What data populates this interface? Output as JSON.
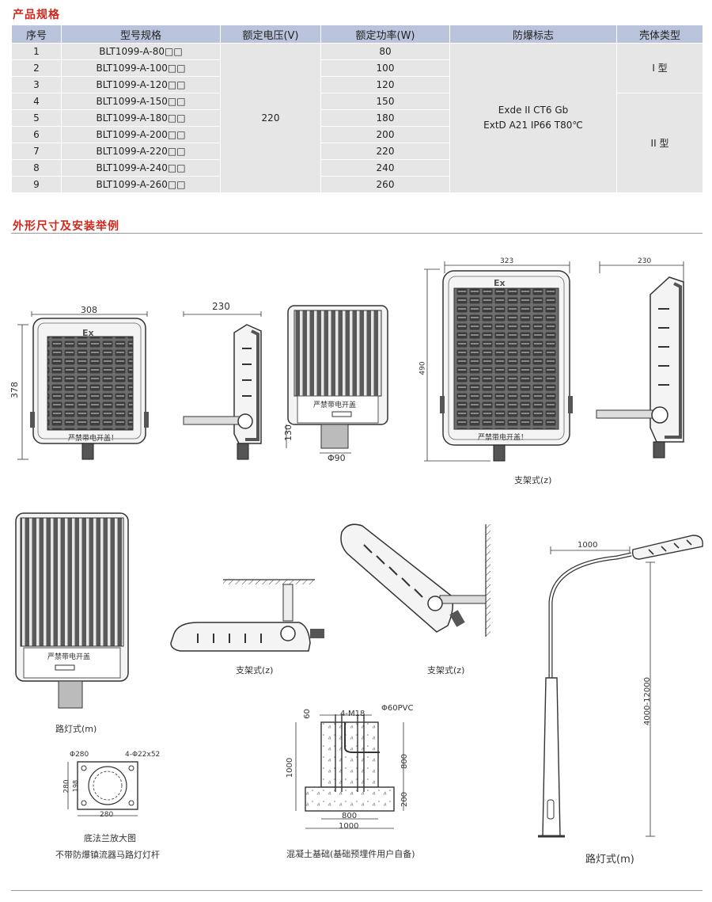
{
  "sections": {
    "spec_title": "产品规格",
    "dimensions_title": "外形尺寸及安装举例"
  },
  "table": {
    "headers": [
      "序号",
      "型号规格",
      "额定电压(V)",
      "额定功率(W)",
      "防爆标志",
      "壳体类型"
    ],
    "rows": [
      {
        "no": "1",
        "model": "BLT1099-A-80□□",
        "power": "80"
      },
      {
        "no": "2",
        "model": "BLT1099-A-100□□",
        "power": "100"
      },
      {
        "no": "3",
        "model": "BLT1099-A-120□□",
        "power": "120"
      },
      {
        "no": "4",
        "model": "BLT1099-A-150□□",
        "power": "150"
      },
      {
        "no": "5",
        "model": "BLT1099-A-180□□",
        "power": "180"
      },
      {
        "no": "6",
        "model": "BLT1099-A-200□□",
        "power": "200"
      },
      {
        "no": "7",
        "model": "BLT1099-A-220□□",
        "power": "220"
      },
      {
        "no": "8",
        "model": "BLT1099-A-240□□",
        "power": "240"
      },
      {
        "no": "9",
        "model": "BLT1099-A-260□□",
        "power": "260"
      }
    ],
    "voltage": "220",
    "ex_mark_line1": "Exde II CT6 Gb",
    "ex_mark_line2": "ExtD A21 IP66 T80℃",
    "housing_type_1": "I 型",
    "housing_type_2": "II 型"
  },
  "drawings": {
    "dim_308": "308",
    "dim_378": "378",
    "dim_230_a": "230",
    "dim_130": "130",
    "dim_phi90": "Φ90",
    "dim_323": "323",
    "dim_490": "490",
    "dim_230_b": "230",
    "ex_label": "Ex",
    "warning_label": "严禁带电开盖！",
    "warning_label_back": "严禁带电开盖",
    "caption_bracket_1": "支架式(z)",
    "caption_bracket_2": "支架式(z)",
    "caption_bracket_3": "支架式(z)",
    "caption_street_m": "路灯式(m)",
    "dim_1000_arm": "1000",
    "dim_pole_height": "4000-12000",
    "caption_street_pole": "路灯式(m)",
    "dim_phi280": "Φ280",
    "dim_4phi22": "4-Φ22x52",
    "dim_280_a": "280",
    "dim_280_b": "280",
    "dim_198": "198",
    "caption_flange": "底法兰放大图",
    "caption_pole_note": "不带防爆镇流器马路灯灯杆",
    "dim_60": "60",
    "dim_4m18": "4-M18",
    "dim_phi60pvc": "Φ60PVC",
    "dim_1000_found": "1000",
    "dim_800_v": "800",
    "dim_200": "200",
    "dim_800_h": "800",
    "dim_1000_h": "1000",
    "caption_foundation": "混凝土基础(基础预埋件用户自备)"
  }
}
